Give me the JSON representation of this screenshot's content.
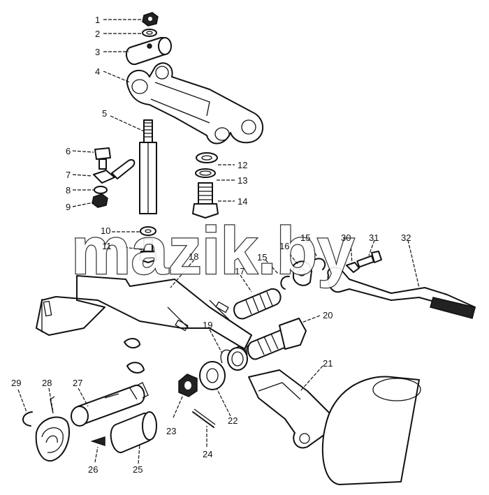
{
  "watermark": "mazik.by",
  "callouts": [
    {
      "id": "1",
      "text": "1"
    },
    {
      "id": "2",
      "text": "2"
    },
    {
      "id": "3",
      "text": "3"
    },
    {
      "id": "4",
      "text": "4"
    },
    {
      "id": "5",
      "text": "5"
    },
    {
      "id": "6",
      "text": "6"
    },
    {
      "id": "7",
      "text": "7"
    },
    {
      "id": "8",
      "text": "8"
    },
    {
      "id": "9",
      "text": "9"
    },
    {
      "id": "10",
      "text": "10"
    },
    {
      "id": "11",
      "text": "11"
    },
    {
      "id": "12",
      "text": "12"
    },
    {
      "id": "13",
      "text": "13"
    },
    {
      "id": "14",
      "text": "14"
    },
    {
      "id": "15a",
      "text": "15"
    },
    {
      "id": "15b",
      "text": "15"
    },
    {
      "id": "16",
      "text": "16"
    },
    {
      "id": "17",
      "text": "17"
    },
    {
      "id": "18",
      "text": "18"
    },
    {
      "id": "19",
      "text": "19"
    },
    {
      "id": "20",
      "text": "20"
    },
    {
      "id": "21",
      "text": "21"
    },
    {
      "id": "22",
      "text": "22"
    },
    {
      "id": "23",
      "text": "23"
    },
    {
      "id": "24",
      "text": "24"
    },
    {
      "id": "25",
      "text": "25"
    },
    {
      "id": "26",
      "text": "26"
    },
    {
      "id": "27",
      "text": "27"
    },
    {
      "id": "28",
      "text": "28"
    },
    {
      "id": "29",
      "text": "29"
    },
    {
      "id": "30",
      "text": "30"
    },
    {
      "id": "31",
      "text": "31"
    },
    {
      "id": "32",
      "text": "32"
    }
  ]
}
